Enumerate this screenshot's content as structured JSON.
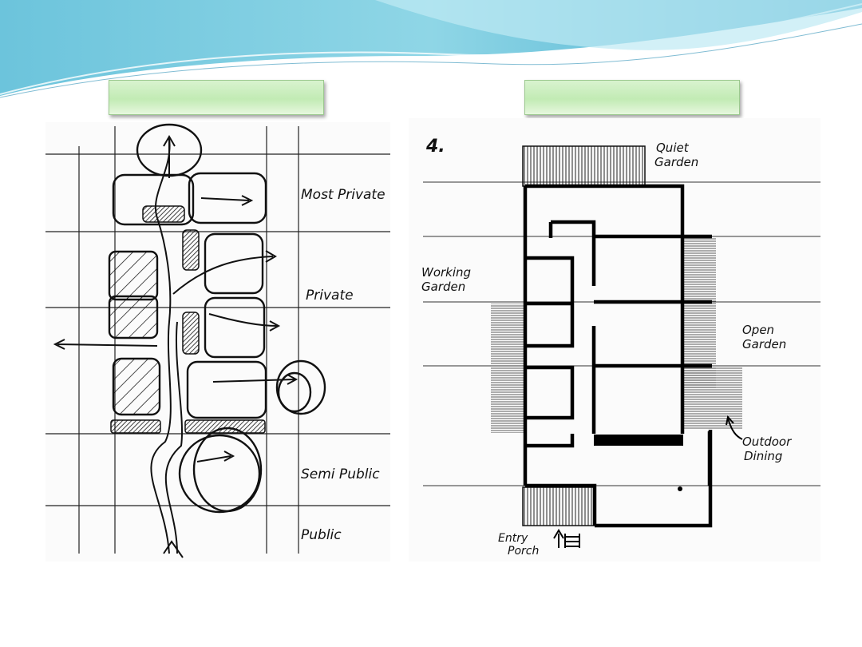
{
  "left_sketch": {
    "zones": [
      "Most Private",
      "Private",
      "Semi Public",
      "Public"
    ]
  },
  "right_sketch": {
    "number": "4.",
    "labels": {
      "quiet_garden": [
        "Quiet",
        "Garden"
      ],
      "working_garden": [
        "Working",
        "Garden"
      ],
      "open_garden": [
        "Open",
        "Garden"
      ],
      "outdoor_dining": [
        "Outdoor",
        "Dining"
      ],
      "entry_porch": [
        "Entry",
        "Porch"
      ]
    }
  }
}
